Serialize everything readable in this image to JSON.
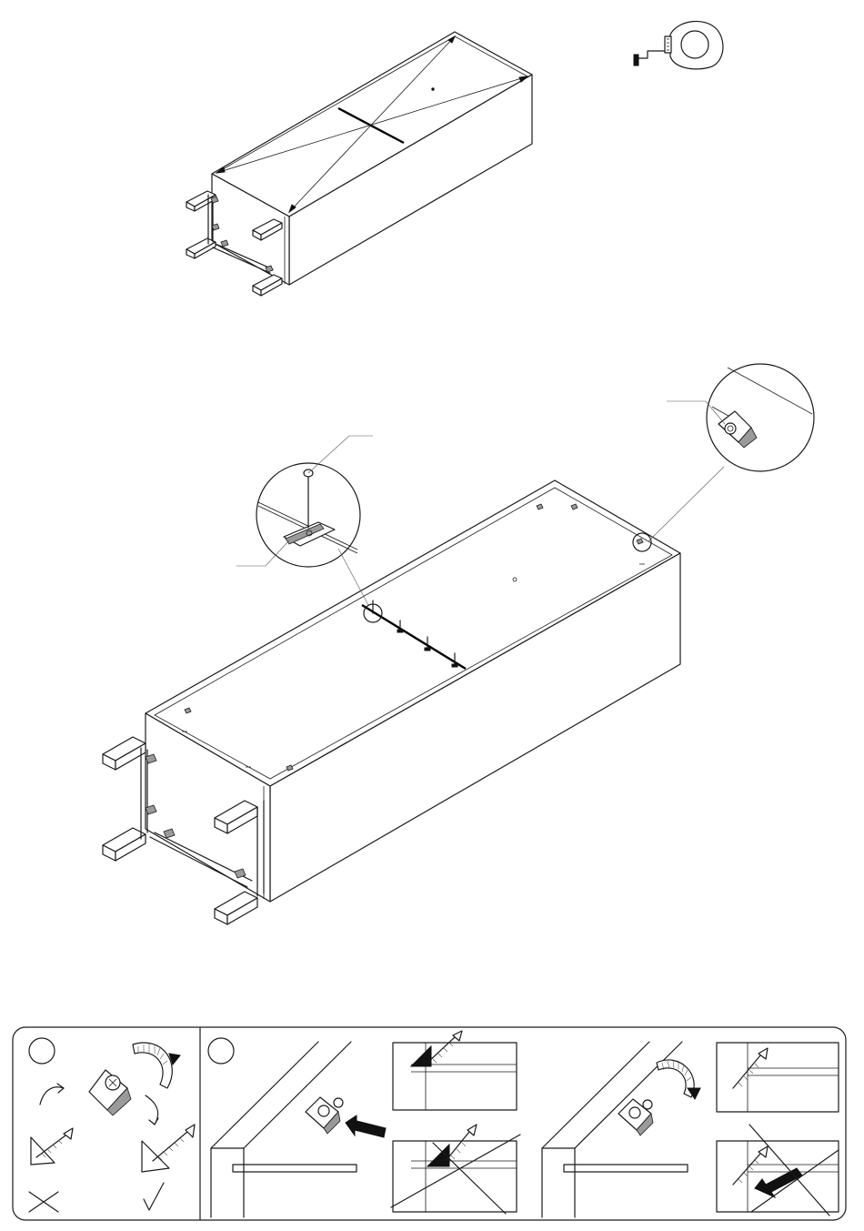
{
  "figure": {
    "panels": [
      {
        "id": "measure-diagonals",
        "label": ""
      },
      {
        "id": "fix-back-panel",
        "label": ""
      },
      {
        "id": "cam-lock-instructions",
        "label": ""
      }
    ],
    "icons": [
      "tape-measure-icon",
      "screw-icon",
      "arrow-icon",
      "check-mark-icon",
      "cross-mark-icon"
    ],
    "step_markers": [
      "",
      ""
    ]
  }
}
